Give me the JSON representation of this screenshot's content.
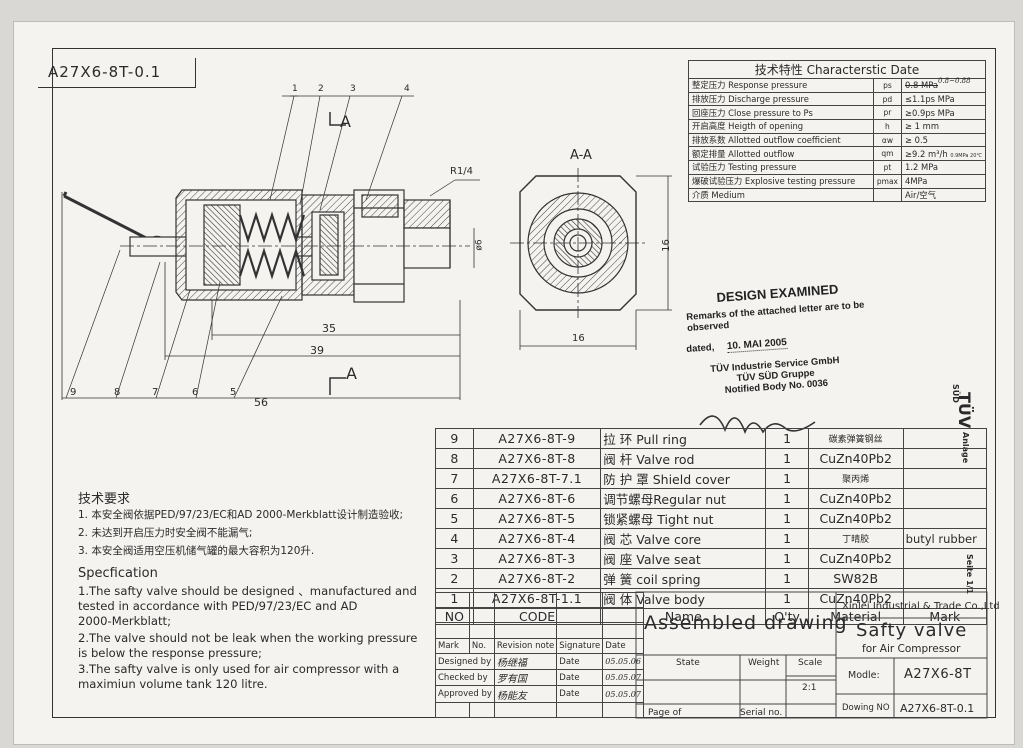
{
  "drawing_no_top": "A27X6-8T-0.1",
  "characteristics": {
    "title": "技术特性 Characterstic Date",
    "rows": [
      {
        "label": "整定压力 Response pressure",
        "symbol": "ps",
        "value": "0.8 MPa",
        "handwritten": "0.8~0.88"
      },
      {
        "label": "排放压力 Discharge pressure",
        "symbol": "pd",
        "value": "≤1.1ps  MPa"
      },
      {
        "label": "回座压力 Close pressure to Ps",
        "symbol": "pr",
        "value": "≥0.9ps  MPa"
      },
      {
        "label": "开启高度 Heigth of opening",
        "symbol": "h",
        "value": "≥ 1   mm"
      },
      {
        "label": "排放系数 Allotted outflow coefficient",
        "symbol": "αw",
        "value": "≥ 0.5"
      },
      {
        "label": "额定排量 Allotted outflow",
        "symbol": "qm",
        "value": "≥9.2 m³/h",
        "note": "0.9MPa 20℃"
      },
      {
        "label": "试验压力 Testing pressure",
        "symbol": "pt",
        "value": "1.2 MPa"
      },
      {
        "label": "爆破试验压力 Explosive testing pressure",
        "symbol": "pmax",
        "value": "4MPa"
      },
      {
        "label": "介质 Medium",
        "symbol": "",
        "value": "Air/空气"
      }
    ]
  },
  "drawing": {
    "section_label": "A-A",
    "section_mark": "A",
    "thread": "R1/4",
    "leaders": [
      "1",
      "2",
      "3",
      "4"
    ],
    "bottom_leaders": [
      "9",
      "8",
      "7",
      "6",
      "5"
    ],
    "dims": {
      "d35": "35",
      "d39": "39",
      "d56": "56",
      "d16a": "16",
      "d16b": "16",
      "d6": "ø6"
    }
  },
  "stamp": {
    "title": "DESIGN EXAMINED",
    "remark1": "Remarks of the attached letter are to be",
    "remark2": "observed",
    "dated_label": "dated,",
    "date": "10. MAI 2005",
    "org1": "TÜV Industrie Service GmbH",
    "org2": "TÜV SÜD Gruppe",
    "org3": "Notified Body No. 0036",
    "side_logo": "TÜV",
    "side_sub": "SÜD",
    "anlage": "Anlage",
    "seite": "Seite 1/1"
  },
  "requirements": {
    "title_cn": "技术要求",
    "cn": [
      "1.    本安全阀依据PED/97/23/EC和AD 2000-Merkblatt设计制造验收;",
      "2.    未达到开启压力时安全阀不能漏气;",
      "3.    本安全阀适用空压机储气罐的最大容积为120升."
    ],
    "title_en": "Specfication",
    "en": [
      "1.The safty valve should be designed 、manufactured and",
      "tested in accordance with PED/97/23/EC and AD",
      "2000-Merkblatt;",
      "2.The valve should not be leak   when   the working pressure",
      "is below the response pressure;",
      "3.The safty valve is only used for air compressor with a",
      "maximiun volume   tank 120 litre."
    ]
  },
  "bom": {
    "rows": [
      {
        "no": "9",
        "code": "A27X6-8T-9",
        "name": "拉 环 Pull ring",
        "qty": "1",
        "material": "碳素弹簧钢丝",
        "mark": ""
      },
      {
        "no": "8",
        "code": "A27X6-8T-8",
        "name": "阀 杆 Valve rod",
        "qty": "1",
        "material": "CuZn40Pb2",
        "mark": ""
      },
      {
        "no": "7",
        "code": "A27X6-8T-7.1",
        "name": "防 护 罩 Shield cover",
        "qty": "1",
        "material": "聚丙烯",
        "mark": ""
      },
      {
        "no": "6",
        "code": "A27X6-8T-6",
        "name": "调节螺母Regular nut",
        "qty": "1",
        "material": "CuZn40Pb2",
        "mark": ""
      },
      {
        "no": "5",
        "code": "A27X6-8T-5",
        "name": "锁紧螺母 Tight nut",
        "qty": "1",
        "material": "CuZn40Pb2",
        "mark": ""
      },
      {
        "no": "4",
        "code": "A27X6-8T-4",
        "name": "阀 芯 Valve core",
        "qty": "1",
        "material": "丁晴胶",
        "mark": "butyl rubber"
      },
      {
        "no": "3",
        "code": "A27X6-8T-3",
        "name": "阀 座 Valve seat",
        "qty": "1",
        "material": "CuZn40Pb2",
        "mark": ""
      },
      {
        "no": "2",
        "code": "A27X6-8T-2",
        "name": "弹 簧 coil spring",
        "qty": "1",
        "material": "SW82B",
        "mark": ""
      },
      {
        "no": "1",
        "code": "A27X6-8T-1.1",
        "name": "阀 体 Valve body",
        "qty": "1",
        "material": "CuZn40Pb2",
        "mark": ""
      }
    ],
    "header": {
      "no": "NO",
      "code": "CODE",
      "name": "Name",
      "qty": "Q'ty",
      "material": "Material",
      "mark": "Mark"
    }
  },
  "titleblock": {
    "mark": "Mark",
    "no": "No.",
    "revision": "Revision note",
    "signature": "Signature",
    "date": "Date",
    "designed": "Designed by",
    "checked": "Checked by",
    "approved": "Approved by",
    "date_label": "Date",
    "sig1": "杨继福",
    "sig2": "罗有国",
    "sig3": "杨能友",
    "date1": "05.05.06",
    "date2": "05.05.07",
    "date3": "05.05.07",
    "assembled": "Assembled drawing",
    "company": "Xinlei Industrial & Trade Co.,Ltd",
    "product": "Safty valve",
    "for": "for Air Compressor",
    "state": "State",
    "weight": "Weight",
    "scale": "Scale",
    "scale_val": "2:1",
    "model_label": "Modle:",
    "model": "A27X6-8T",
    "drawing_no_label": "Dowing NO",
    "drawing_no": "A27X6-8T-0.1",
    "page_of": "Page of",
    "serial": "Serial no."
  }
}
